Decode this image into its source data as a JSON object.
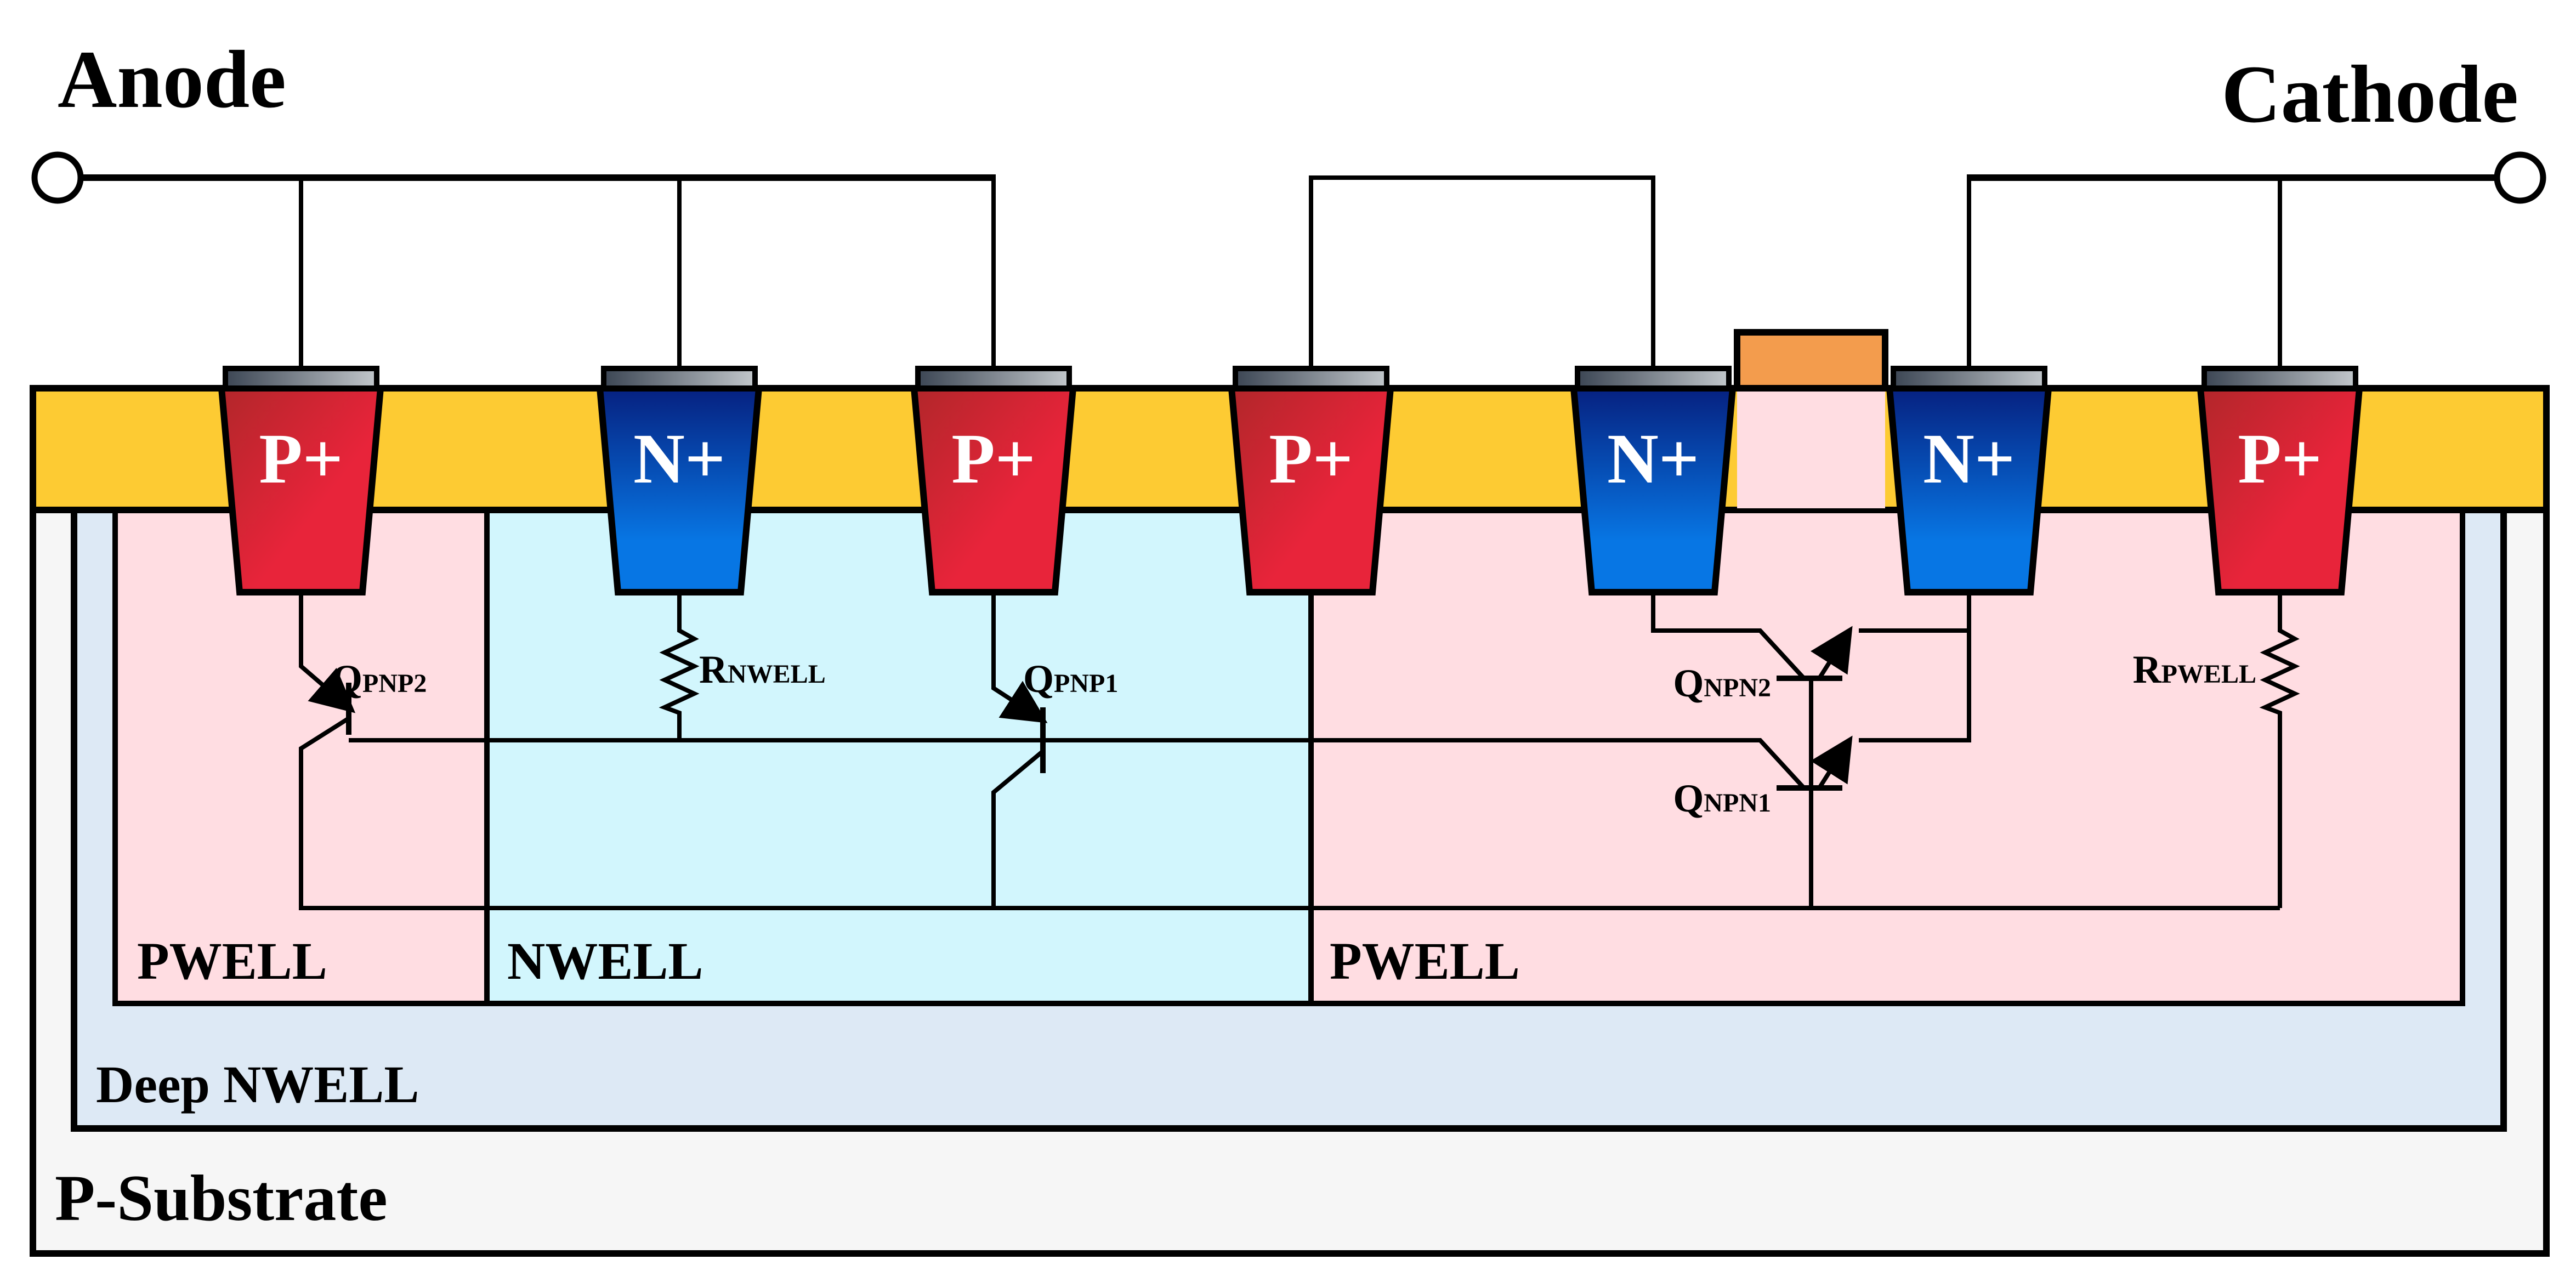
{
  "title": "ESD protection device cross-section with parasitic equivalent circuit",
  "terminals": {
    "anode": {
      "label": "Anode"
    },
    "cathode": {
      "label": "Cathode"
    }
  },
  "regions": {
    "p_substrate": {
      "label": "P-Substrate",
      "color": "#f6f6f6"
    },
    "deep_nwell": {
      "label": "Deep NWELL",
      "color": "#dde9f5"
    },
    "pwell_left": {
      "label": "PWELL",
      "color": "#ffdde2"
    },
    "nwell": {
      "label": "NWELL",
      "color": "#d2f6fd"
    },
    "pwell_right": {
      "label": "PWELL",
      "color": "#ffdde2"
    },
    "isolation": {
      "label": "",
      "color": "#fdcb33"
    },
    "gate": {
      "label": "",
      "color": "#f39c4d"
    }
  },
  "diffusions": [
    {
      "label": "P+",
      "type": "p",
      "net": "anode"
    },
    {
      "label": "N+",
      "type": "n",
      "net": "anode"
    },
    {
      "label": "P+",
      "type": "p",
      "net": "anode"
    },
    {
      "label": "P+",
      "type": "p",
      "net": "floating"
    },
    {
      "label": "N+",
      "type": "n",
      "net": "floating"
    },
    {
      "label": "N+",
      "type": "n",
      "net": "cathode"
    },
    {
      "label": "P+",
      "type": "p",
      "net": "cathode"
    }
  ],
  "colors": {
    "p_plus_top": "#b2262a",
    "p_plus_bottom": "#e8243a",
    "n_plus_top": "#062180",
    "n_plus_bottom": "#0776e4",
    "metal_left": "#3c4654",
    "metal_right": "#c2c7cb",
    "wire": "#000000"
  },
  "components": {
    "q_pnp2": {
      "main": "Q",
      "sub": "PNP2"
    },
    "q_pnp1": {
      "main": "Q",
      "sub": "PNP1"
    },
    "q_npn2": {
      "main": "Q",
      "sub": "NPN2"
    },
    "q_npn1": {
      "main": "Q",
      "sub": "NPN1"
    },
    "r_nwell": {
      "main": "R",
      "sub": "NWELL"
    },
    "r_pwell": {
      "main": "R",
      "sub": "PWELL"
    }
  }
}
